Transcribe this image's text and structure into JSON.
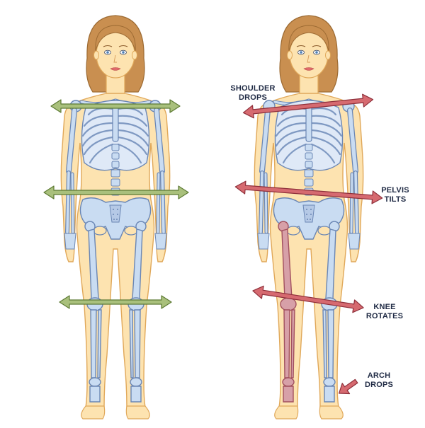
{
  "labels": {
    "shoulder": [
      "SHOULDER",
      "DROPS"
    ],
    "pelvis": [
      "PELVIS",
      "TILTS"
    ],
    "knee": [
      "KNEE",
      "ROTATES"
    ],
    "arch": [
      "ARCH",
      "DROPS"
    ]
  },
  "colors": {
    "skin": "#fde3b0",
    "skin_outline": "#e0a85a",
    "hair": "#c98f50",
    "bone": "#c9dcf2",
    "bone_outline": "#6a86b4",
    "bone_highlight": "#9fb4d8",
    "affected_bone": "#d7a0a8",
    "affected_outline": "#a2505e",
    "balanced_arrow": "#a9c07c",
    "balanced_arrow_outline": "#5d7a34",
    "imbalanced_arrow": "#d66a70",
    "imbalanced_arrow_outline": "#8e2f3a",
    "text": "#1f2a44"
  },
  "icons": [
    "double-arrow-icon",
    "single-arrow-icon"
  ]
}
